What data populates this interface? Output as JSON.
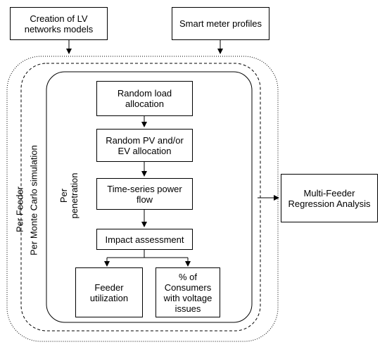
{
  "inputs": {
    "lv_models": "Creation of LV networks models",
    "smart_meter": "Smart meter profiles"
  },
  "loops": {
    "per_feeder": "Per Feeder",
    "per_monte_carlo": "Per Monte Carlo simulation",
    "per_penetration": "Per penetration"
  },
  "steps": {
    "random_load": "Random load allocation",
    "random_pv_ev": "Random PV and/or EV allocation",
    "time_series": "Time-series power flow",
    "impact": "Impact assessment"
  },
  "outputs": {
    "feeder_util": "Feeder utilization",
    "consumers_voltage": "% of Consumers with voltage issues"
  },
  "result": {
    "multi_feeder": "Multi-Feeder Regression Analysis"
  }
}
